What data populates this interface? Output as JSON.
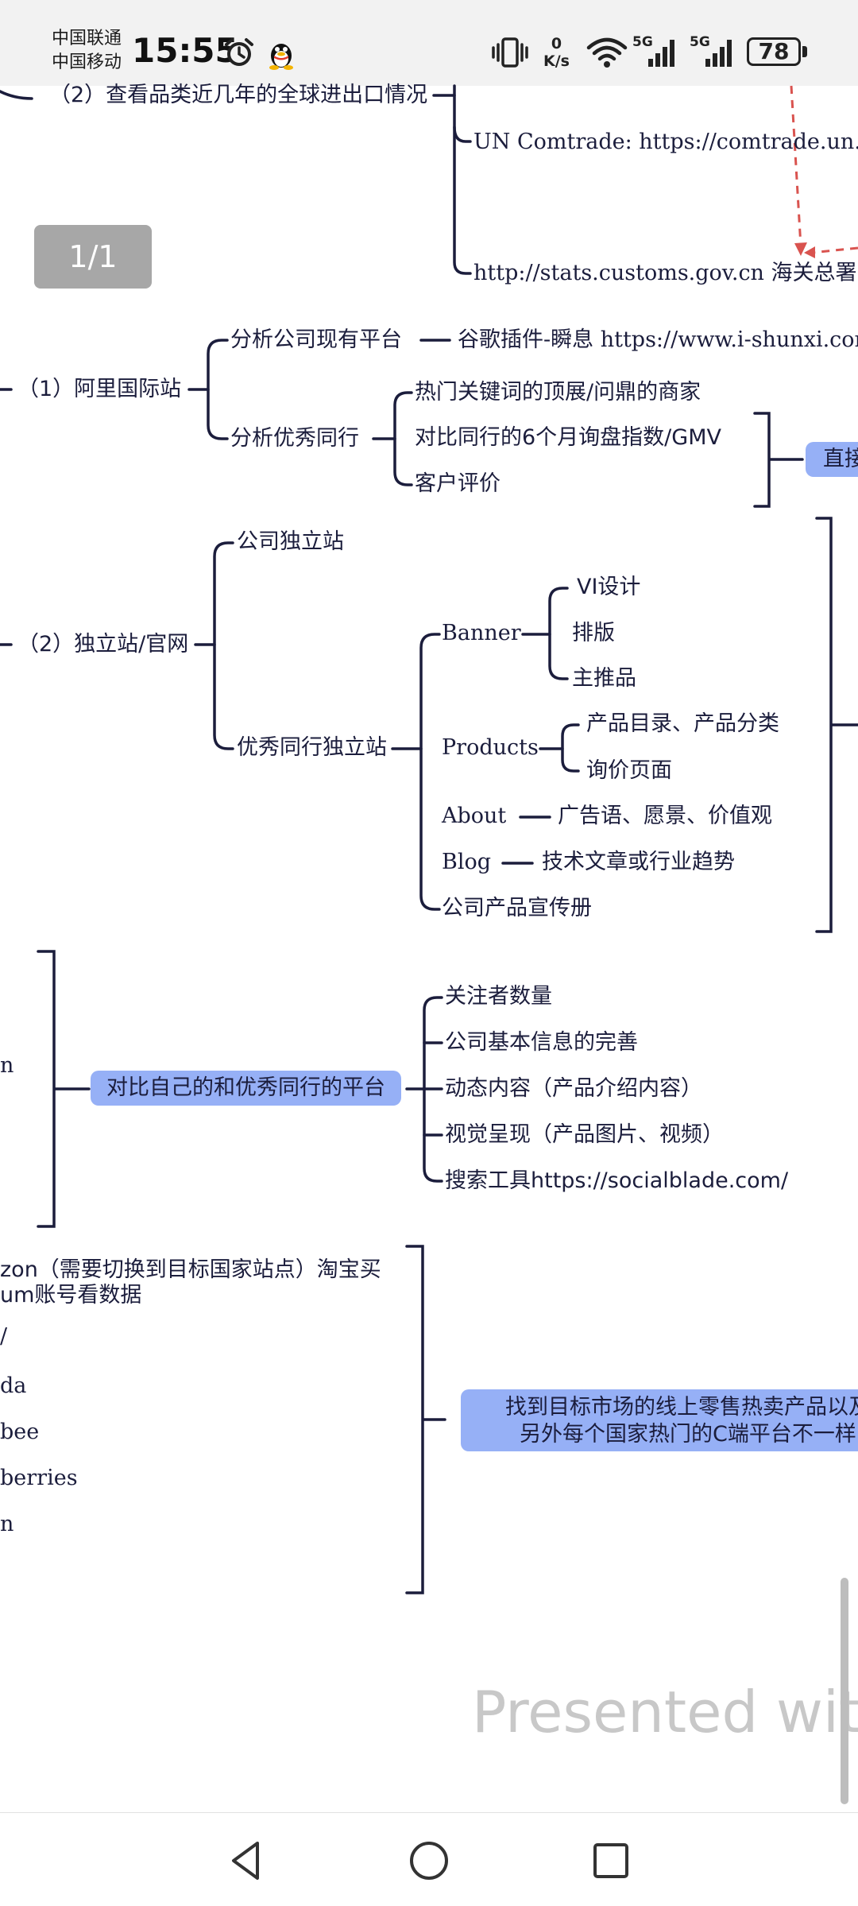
{
  "status_bar": {
    "carrier_1": "中国联通",
    "carrier_2": "中国移动",
    "time": "15:55",
    "net_speed_value": "0",
    "net_speed_unit": "K/s",
    "signal_1_label": "5G",
    "signal_2_label": "5G",
    "battery": "78",
    "icons": [
      "alarm-icon",
      "qq-icon",
      "vibrate-icon",
      "wifi-icon",
      "signal-icon",
      "battery-icon"
    ]
  },
  "page_indicator": "1/1",
  "mind_map": {
    "trade_data": {
      "branch": "（2）查看品类近几年的全球进出口情况",
      "items": [
        "UN Comtrade: https://comtrade.un.org",
        "http://stats.customs.gov.cn 海关总署（"
      ]
    },
    "alibaba": {
      "branch": "（1）阿里国际站",
      "platform": "分析公司现有平台",
      "plugin": "谷歌插件-瞬息 https://www.i-shunxi.com",
      "peers": "分析优秀同行",
      "peer_items": [
        "热门关键词的顶展/问鼎的商家",
        "对比同行的6个月询盘指数/GMV",
        "客户评价"
      ],
      "highlight": "直接"
    },
    "independent_site": {
      "branch": "（2）独立站/官网",
      "company_site": "公司独立站",
      "peer_site": "优秀同行独立站",
      "banner": "Banner",
      "banner_items": [
        "VI设计",
        "排版",
        "主推品"
      ],
      "products": "Products",
      "products_items": [
        "产品目录、产品分类",
        "询价页面"
      ],
      "about": "About",
      "about_detail": "广告语、愿景、价值观",
      "blog": "Blog",
      "blog_detail": "技术文章或行业趋势",
      "brochure": "公司产品宣传册"
    },
    "social": {
      "left_fragment": "n",
      "highlight": "对比自己的和优秀同行的平台",
      "items": [
        "关注者数量",
        "公司基本信息的完善",
        "动态内容（产品介绍内容）",
        "视觉呈现（产品图片、视频）",
        "搜索工具https://socialblade.com/"
      ]
    },
    "retail": {
      "fragment_1a": "zon（需要切换到目标国家站点）淘宝买",
      "fragment_1b": "um账号看数据",
      "fragment_2": "/",
      "fragment_3": "da",
      "fragment_4": "bee",
      "fragment_5": "berries",
      "fragment_6": "n",
      "highlight_line_1": "找到目标市场的线上零售热卖产品以及",
      "highlight_line_2": "另外每个国家热门的C端平台不一样"
    }
  },
  "watermark": "Presented with",
  "colors": {
    "line": "#1b1d3c",
    "highlight": "#96b0f6",
    "dashed_arrow": "#d9534f",
    "page_indicator": "#a7a7a7",
    "status_bar": "#f2f2f2"
  }
}
